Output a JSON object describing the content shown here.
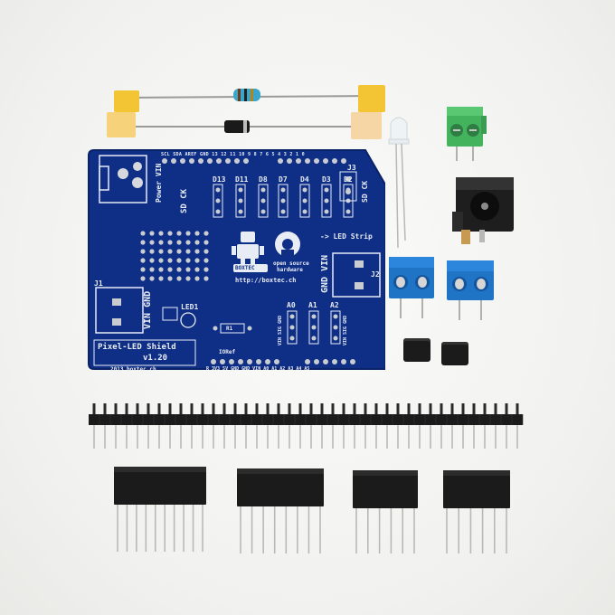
{
  "board": {
    "title": "Pixel-LED Shield",
    "version": "v1.20",
    "copyright": "2013 boxtec.ch",
    "url": "http://boxtec.ch",
    "brand": "BOXTEC",
    "osh_line1": "open source",
    "osh_line2": "hardware",
    "led_strip": "-> LED Strip",
    "power_vin": "Power VIN",
    "sd_ck": "SD CK",
    "sd_ck_right": "SD CK",
    "gnd_vin_left": "VIN GND",
    "gnd_vin_right": "GND VIN",
    "vin_sig_gnd": "VIN SIG GND",
    "j1": "J1",
    "j2": "J2",
    "j3": "J3",
    "led1": "LED1",
    "r1": "R1",
    "ioref": "IORef",
    "a0": "A0",
    "a1": "A1",
    "a2": "A2",
    "d_labels": [
      "D13",
      "D11",
      "D8",
      "D7",
      "D4",
      "D3",
      "D2"
    ],
    "top_header_text": "SCL SDA AREF GND 13 12 11 10 9 8    7 6 5 4 3 2 1 0",
    "bottom_header_text": "R 3V3 5V GND GND VIN    A0 A1 A2 A3 A4 A5"
  },
  "colors": {
    "pcb": "#0f2f86",
    "pcb_edge": "#0a2266",
    "silk": "#e8ecf5",
    "pad": "#c9ccd0",
    "terminal_blue": "#1d6fc0",
    "terminal_green": "#3fae5a",
    "header_black": "#1b1b1b",
    "pin_metal": "#b9b9b4"
  }
}
